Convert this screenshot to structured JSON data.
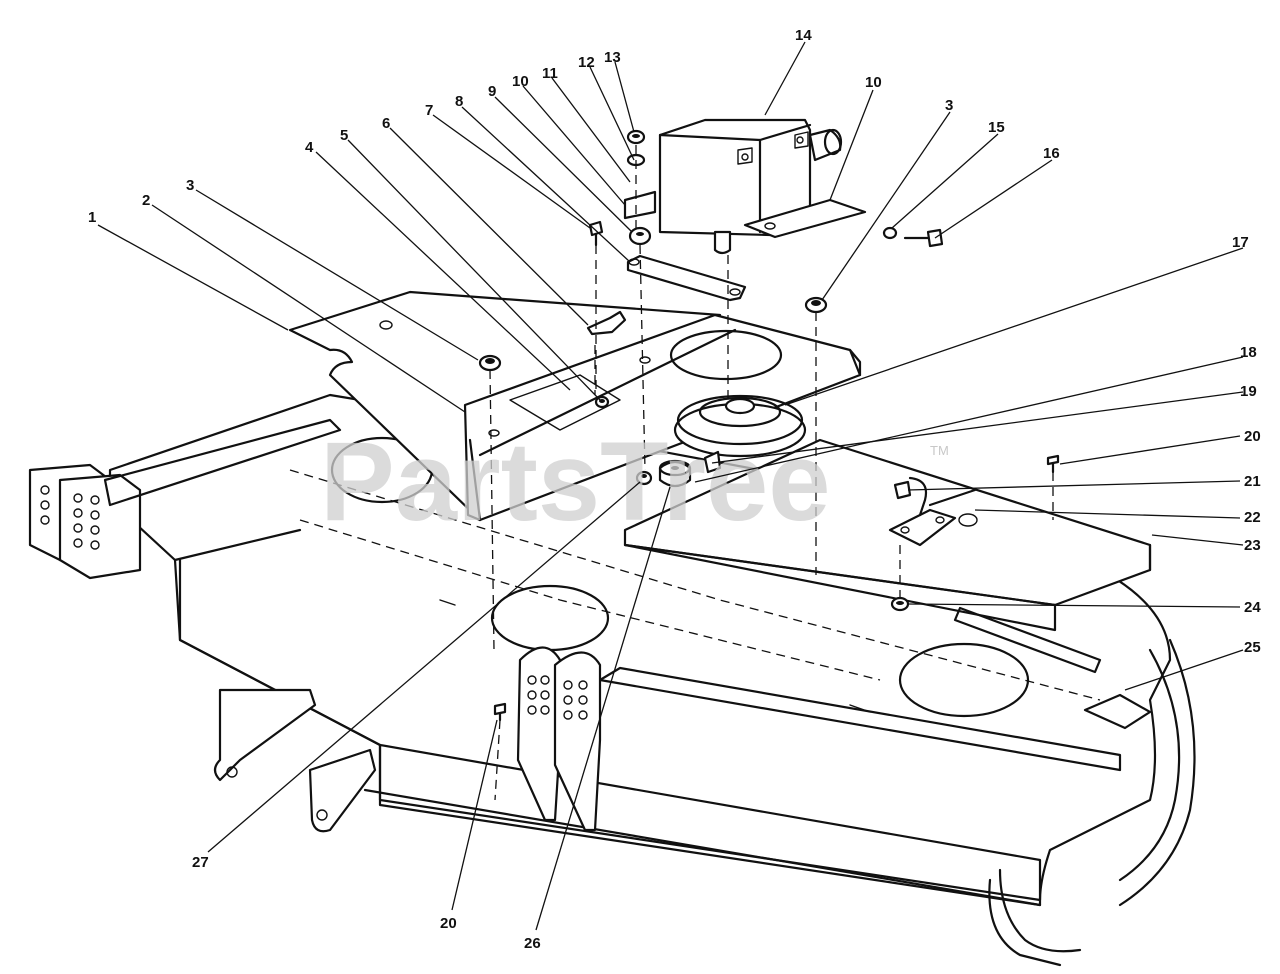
{
  "watermark": {
    "text": "PartsTree",
    "tm": "TM"
  },
  "callouts": [
    {
      "id": "c1",
      "label": "1"
    },
    {
      "id": "c2",
      "label": "2"
    },
    {
      "id": "c3a",
      "label": "3"
    },
    {
      "id": "c4",
      "label": "4"
    },
    {
      "id": "c5",
      "label": "5"
    },
    {
      "id": "c6",
      "label": "6"
    },
    {
      "id": "c7",
      "label": "7"
    },
    {
      "id": "c8",
      "label": "8"
    },
    {
      "id": "c9",
      "label": "9"
    },
    {
      "id": "c10a",
      "label": "10"
    },
    {
      "id": "c11",
      "label": "11"
    },
    {
      "id": "c12",
      "label": "12"
    },
    {
      "id": "c13",
      "label": "13"
    },
    {
      "id": "c14",
      "label": "14"
    },
    {
      "id": "c10b",
      "label": "10"
    },
    {
      "id": "c3b",
      "label": "3"
    },
    {
      "id": "c15",
      "label": "15"
    },
    {
      "id": "c16",
      "label": "16"
    },
    {
      "id": "c17",
      "label": "17"
    },
    {
      "id": "c18",
      "label": "18"
    },
    {
      "id": "c19",
      "label": "19"
    },
    {
      "id": "c20a",
      "label": "20"
    },
    {
      "id": "c21",
      "label": "21"
    },
    {
      "id": "c22",
      "label": "22"
    },
    {
      "id": "c23",
      "label": "23"
    },
    {
      "id": "c24",
      "label": "24"
    },
    {
      "id": "c25",
      "label": "25"
    },
    {
      "id": "c27",
      "label": "27"
    },
    {
      "id": "c20b",
      "label": "20"
    },
    {
      "id": "c26",
      "label": "26"
    }
  ]
}
